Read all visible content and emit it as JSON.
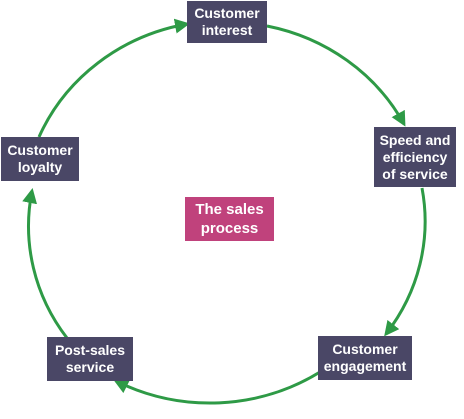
{
  "diagram": {
    "type": "cycle",
    "center_label": "The sales\nprocess",
    "stages": [
      "Customer\ninterest",
      "Speed and\nefficiency\nof service",
      "Customer\nengagement",
      "Post-sales\nservice",
      "Customer\nloyalty"
    ],
    "colors": {
      "stage_box": "#4a4766",
      "center_box": "#c0427c",
      "arrow": "#2e9a46",
      "text": "#ffffff"
    }
  }
}
